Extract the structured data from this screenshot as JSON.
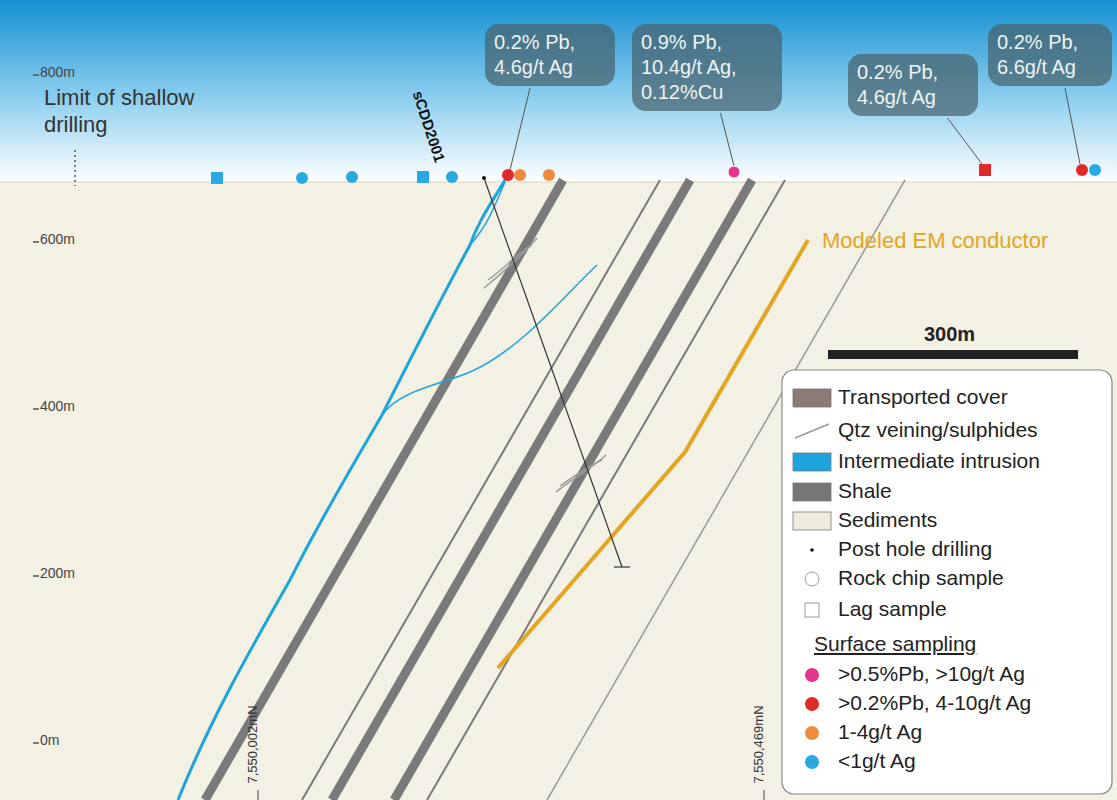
{
  "diagram": {
    "nodes": [
      {
        "text": [
          "0.2% Pb, 4.6g/t Ag"
        ]
      },
      {
        "text": [
          "0.9% Pb, 10.4g/t Ag, 0.12%Cu"
        ]
      },
      {
        "text": [
          "0.2% Pb, 4.6g/t Ag"
        ]
      },
      {
        "text": [
          "0.2% Pb, 6.6g/t Ag"
        ]
      }
    ],
    "edges": [],
    "labels": [
      "800m",
      "600m",
      "400m",
      "200m",
      "0m",
      "Limit of shallow drilling",
      "sCDD2001",
      "Modeled EM conductor",
      "300m",
      "7,550,002mN",
      "7,550,469mN"
    ],
    "legend": [
      {
        "text": "Transported cover",
        "color": "#8a7b76"
      },
      {
        "text": "Qtz veining/sulphides"
      },
      {
        "text": "Intermediate intrusion",
        "color": "#1ea4dc"
      },
      {
        "text": "Shale",
        "color": "#777777"
      },
      {
        "text": "Sediments",
        "color": "#eeecdc"
      },
      {
        "text": "Post hole drilling"
      },
      {
        "text": "Rock chip sample"
      },
      {
        "text": "Lag sample"
      },
      {
        "text": "Surface sampling"
      },
      {
        "text": ">0.5%Pb, >10g/t Ag",
        "color": "#e5358c"
      },
      {
        "text": ">0.2%Pb, 4-10g/t Ag",
        "color": "#e02a2a"
      },
      {
        "text": "1-4g/t Ag",
        "color": "#f08a3c"
      },
      {
        "text": "<1g/t Ag",
        "color": "#2aa9e1"
      }
    ]
  }
}
